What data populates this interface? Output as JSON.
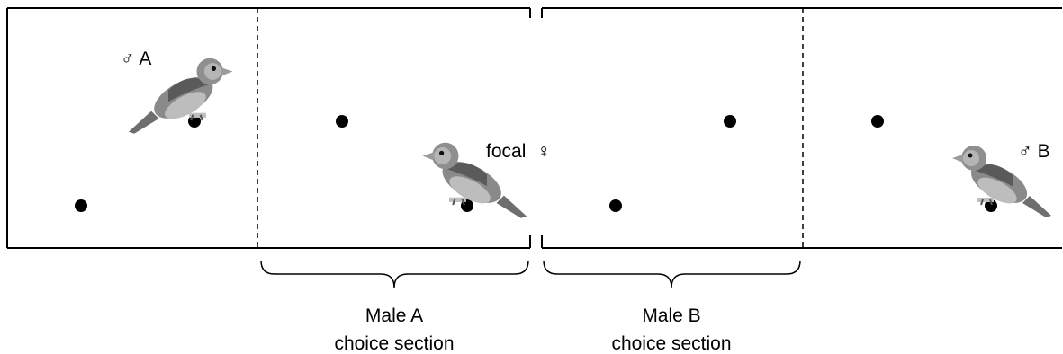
{
  "labels": {
    "male_a": "♂ A",
    "male_b": "♂ B",
    "focal_prefix": "focal",
    "female_symbol": "♀"
  },
  "sections": [
    {
      "line1": "Male A",
      "line2": "choice section"
    },
    {
      "line1": "Male B",
      "line2": "choice section"
    }
  ],
  "icons": {
    "bird": "zebra-finch-icon",
    "perch": "perch-dot-icon"
  },
  "colors": {
    "ink": "#000000",
    "bird_body": "#8a8a8a",
    "bird_light": "#bdbdbd",
    "bird_dark": "#4a4a4a"
  }
}
